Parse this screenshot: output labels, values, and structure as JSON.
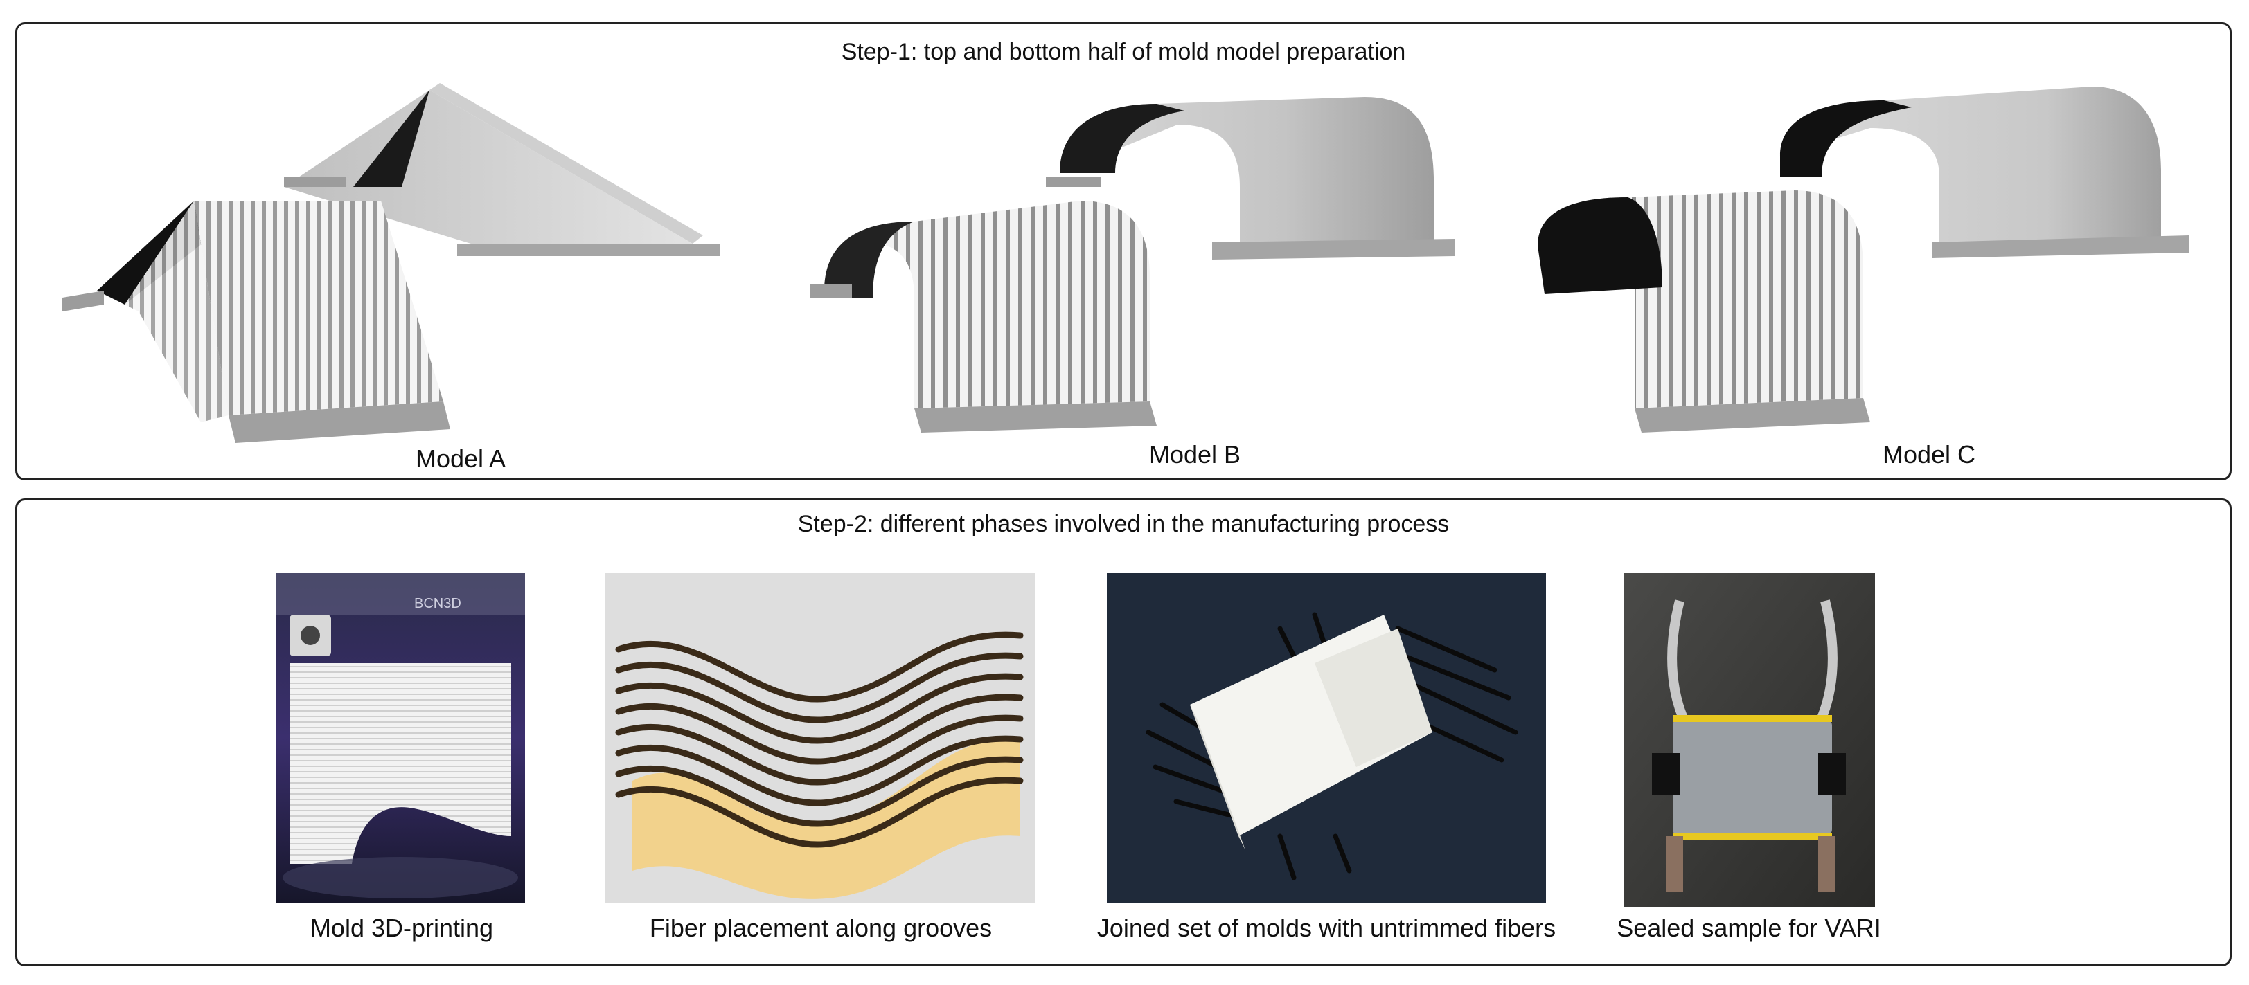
{
  "step1": {
    "title": "Step-1: top and bottom half of mold model preparation",
    "models": [
      {
        "label": "Model A"
      },
      {
        "label": "Model B"
      },
      {
        "label": "Model C"
      }
    ]
  },
  "step2": {
    "title": "Step-2: different phases involved in the manufacturing process",
    "photos": [
      {
        "label": "Mold 3D-printing",
        "printer_brand": "BCN3D"
      },
      {
        "label": "Fiber placement along grooves"
      },
      {
        "label": "Joined set of molds with untrimmed fibers"
      },
      {
        "label": "Sealed sample for VARI"
      }
    ]
  }
}
